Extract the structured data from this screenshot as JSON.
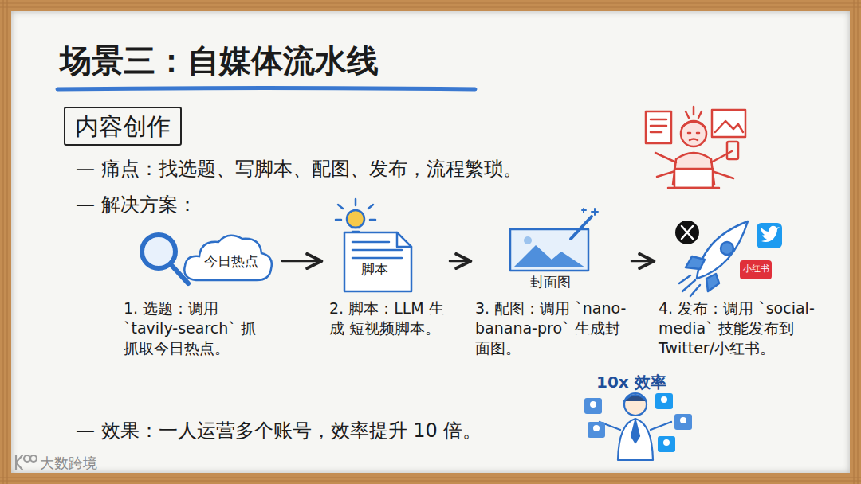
{
  "diagram": {
    "title": "场景三：自媒体流水线",
    "nodes": [
      {
        "text": [
          "内容创作"
        ]
      },
      {
        "text": [
          "今日热点",
          "1. 选题：调用 `tavily-search` 抓 抓取今日热点。"
        ]
      },
      {
        "text": [
          "脚本",
          "2. 脚本：LLM 生成 短视频脚本。"
        ]
      },
      {
        "text": [
          "封面图",
          "3. 配图：调用 `nano-banana-pro` 生成封面图。"
        ]
      },
      {
        "text": [
          "4. 发布：调用 `social-media` 技能发布到 Twitter/小红书。"
        ]
      },
      {
        "text": [
          "小红书"
        ],
        "in": 4
      }
    ],
    "edges": [
      {
        "from": 1,
        "to": 2,
        "arrow": "to"
      },
      {
        "from": 2,
        "to": 3,
        "arrow": "to"
      },
      {
        "from": 3,
        "to": 4,
        "arrow": "to"
      }
    ],
    "labels": [
      "— 痛点：找选题、写脚本、配图、发布，流程繁琐。",
      "— 解决方案：",
      "— 效果：一人运营多个账号，效率提升 10 倍。",
      "10x 效率",
      "大数跨境"
    ]
  }
}
